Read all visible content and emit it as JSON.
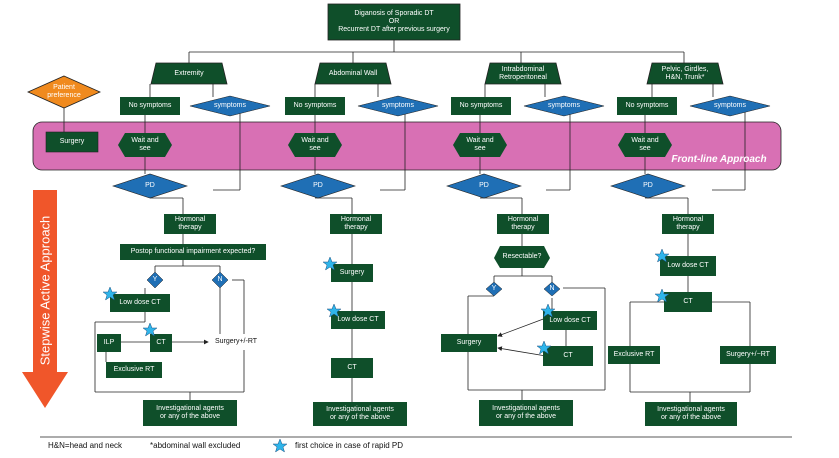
{
  "top": {
    "title": "Diganosis of Sporadic DT\nOR\nRecurrent DT after previous surgery"
  },
  "sites": [
    "Extremity",
    "Abdominal Wall",
    "Intrabdominal\nRetroperitoneal",
    "Pelvic, Girdles,\nH&N, Trunk*"
  ],
  "no_symptoms": "No symptoms",
  "symptoms": "symptoms",
  "wait_and_see": "Wait and\nsee",
  "pd": "PD",
  "hormonal_therapy": "Hormonal\ntherapy",
  "patient_preference": "Patient\npreference",
  "surgery": "Surgery",
  "front_line": "Front-line Approach",
  "stepwise": "Stepwise Active Approach",
  "col1": {
    "question": "Postop functional impairment expected?",
    "yes": "Y",
    "no": "N",
    "low_dose_ct": "Low dose CT",
    "ilp": "ILP",
    "ct": "CT",
    "surgery_rt": "Surgery+/-RT",
    "exclusive_rt": "Exclusive RT",
    "investigational": "Investigational agents\nor any of the above"
  },
  "col2": {
    "surgery": "Surgery",
    "low_dose_ct": "Low dose CT",
    "ct": "CT",
    "investigational": "Investigational agents\nor any of the above"
  },
  "col3": {
    "question": "Resectable?",
    "yes": "Y",
    "no": "N",
    "surgery": "Surgery",
    "low_dose_ct": "Low dose CT",
    "ct": "CT",
    "investigational": "Investigational agents\nor any of the above"
  },
  "col4": {
    "low_dose_ct": "Low dose CT",
    "ct": "CT",
    "exclusive_rt": "Exclusive RT",
    "surgery_rt": "Surgery+/−RT",
    "investigational": "Investigational agents\nor any of the above"
  },
  "footer": {
    "hn": "H&N=head and neck",
    "abdominal": "*abdominal wall excluded",
    "star_legend": "first choice in case of rapid PD"
  },
  "colors": {
    "green": "#0f4f2a",
    "blue": "#1f6fb5",
    "band": "#d870b4",
    "orange": "#f08a1e",
    "arrow": "#f0562a",
    "star": "#2fb5ea"
  }
}
